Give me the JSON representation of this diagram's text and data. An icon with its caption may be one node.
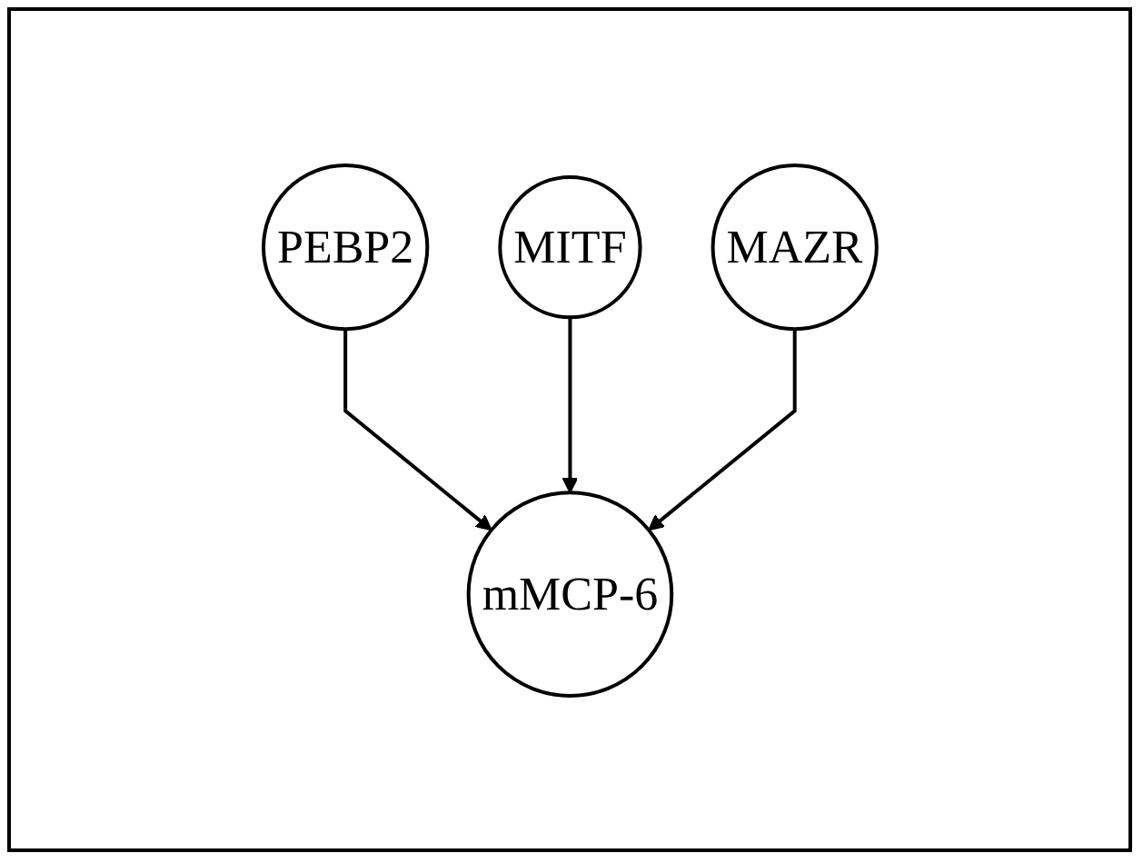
{
  "diagram": {
    "nodes": [
      {
        "text": [
          "PEBP2"
        ]
      },
      {
        "text": [
          "MITF"
        ]
      },
      {
        "text": [
          "MAZR"
        ]
      },
      {
        "text": [
          "mMCP-6"
        ]
      }
    ],
    "edges": [
      {
        "from": 0,
        "to": 3,
        "arrow": "to"
      },
      {
        "from": 1,
        "to": 3,
        "arrow": "to"
      },
      {
        "from": 2,
        "to": 3,
        "arrow": "to"
      }
    ]
  }
}
